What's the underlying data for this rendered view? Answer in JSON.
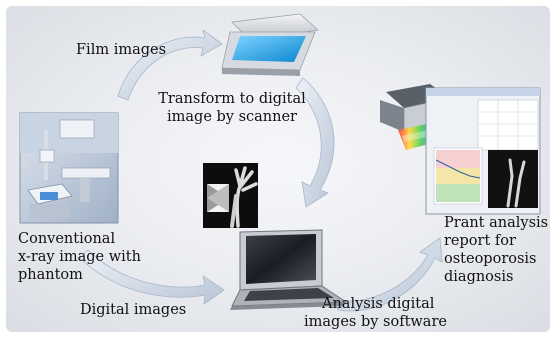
{
  "labels": {
    "film_images": "Film images",
    "transform_1": "Transform to digital",
    "transform_2": "image by scanner",
    "conventional_1": "Conventional",
    "conventional_2": "x-ray image with",
    "conventional_3": "phantom",
    "digital_images": "Digital images",
    "analysis_1": "Analysis digital",
    "analysis_2": "images by software",
    "prant_1": "Prant analysis",
    "prant_2": "report for",
    "prant_3": "osteoporosis",
    "prant_4": "diagnosis"
  },
  "colors": {
    "arrow": "#c9d3e2",
    "arrow_edge": "#9aa9be",
    "scanner_glass": "#1aa8e8",
    "background": "#e6e8ec"
  },
  "icons": [
    "scanner-icon",
    "xray-machine-icon",
    "xray-film-icon",
    "laptop-icon",
    "printer-icon",
    "report-sheets-icon"
  ]
}
